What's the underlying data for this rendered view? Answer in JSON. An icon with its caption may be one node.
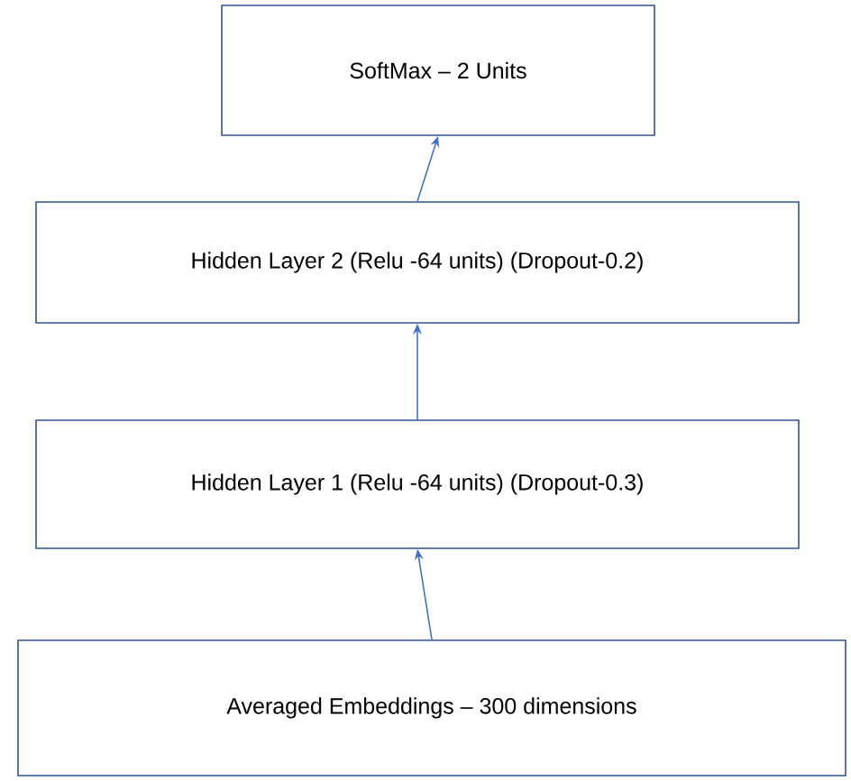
{
  "diagram": {
    "nodes": [
      {
        "text": [
          "SoftMax – 2 Units"
        ]
      },
      {
        "text": [
          "Hidden Layer 2 (Relu -64 units) (Dropout-0.2)"
        ]
      },
      {
        "text": [
          "Hidden Layer 1 (Relu -64 units) (Dropout-0.3)"
        ]
      },
      {
        "text": [
          "Averaged Embeddings – 300 dimensions"
        ]
      }
    ],
    "edges": [
      {
        "from": 3,
        "to": 2,
        "arrow": "to"
      },
      {
        "from": 2,
        "to": 1,
        "arrow": "to"
      },
      {
        "from": 1,
        "to": 0,
        "arrow": "to"
      }
    ]
  }
}
